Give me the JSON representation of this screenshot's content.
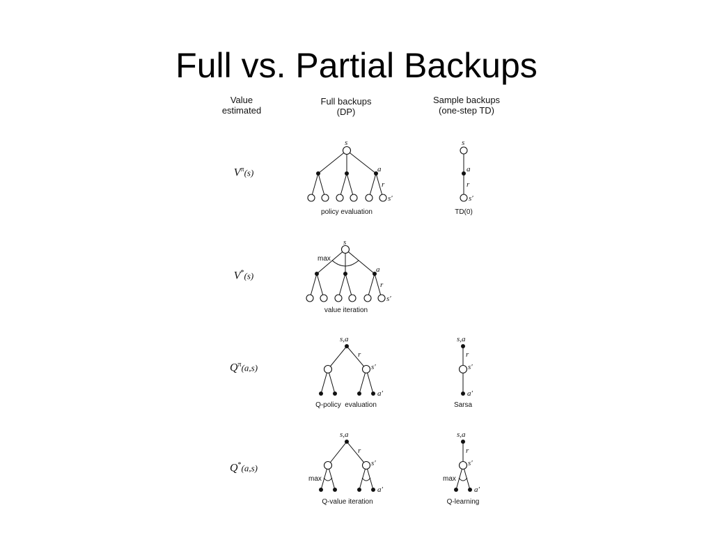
{
  "title": "Full vs. Partial Backups",
  "headers": {
    "value_estimated": [
      "Value",
      "estimated"
    ],
    "full_backups": [
      "Full backups",
      "(DP)"
    ],
    "sample_backups": [
      "Sample backups",
      "(one-step TD)"
    ]
  },
  "rows": [
    {
      "sym": "V",
      "sup": "π",
      "arg": "(s)"
    },
    {
      "sym": "V",
      "sup": "*",
      "arg": "(s)"
    },
    {
      "sym": "Q",
      "sup": "π",
      "arg": "(a,s)"
    },
    {
      "sym": "Q",
      "sup": "*",
      "arg": "(a,s)"
    }
  ],
  "captions": {
    "policy_evaluation": "policy evaluation",
    "td0": "TD(0)",
    "value_iteration": "value iteration",
    "q_policy_evaluation": "Q-policy  evaluation",
    "sarsa": "Sarsa",
    "q_value_iteration": "Q-value iteration",
    "q_learning": "Q-learning"
  },
  "node_labels": {
    "s": "s",
    "a": "a",
    "r": "r",
    "s_prime": "s′",
    "a_prime": "a′",
    "s_a": "s,a",
    "max": "max"
  }
}
